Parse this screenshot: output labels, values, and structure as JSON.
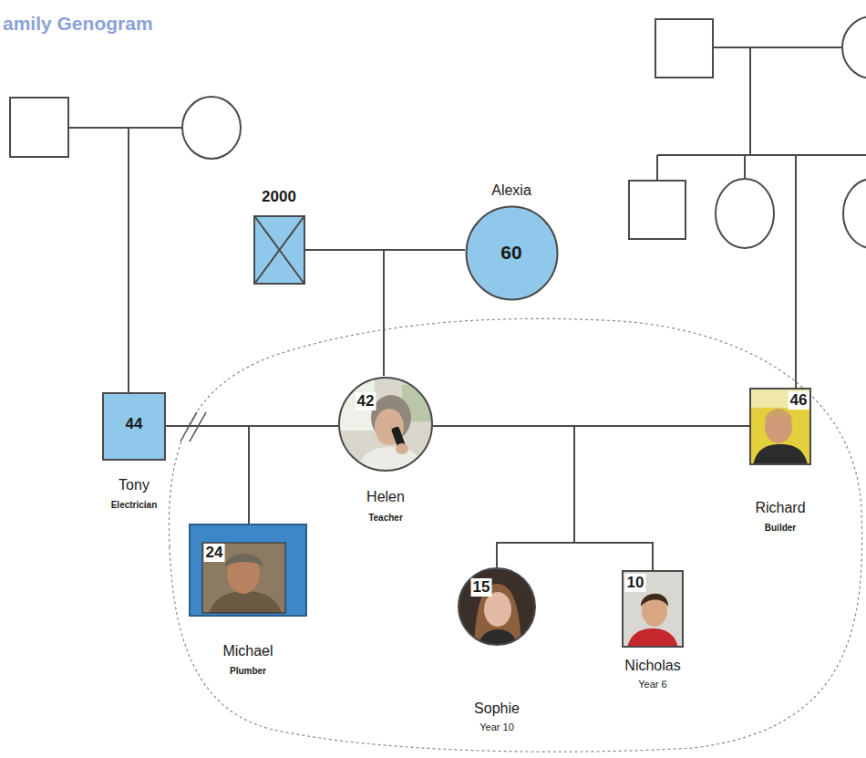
{
  "diagram": {
    "title": "amily Genogram",
    "nodes": [
      {
        "text": [
          "2000"
        ]
      },
      {
        "text": [
          "Alexia",
          "60"
        ]
      },
      {
        "text": [
          "44",
          "Tony",
          "Electrician"
        ]
      },
      {
        "text": [
          "42",
          "Helen",
          "Teacher"
        ]
      },
      {
        "text": [
          "46",
          "Richard",
          "Builder"
        ]
      },
      {
        "text": [
          "24",
          "Michael",
          "Plumber"
        ]
      },
      {
        "text": [
          "15",
          "Sophie",
          "Year 10"
        ]
      },
      {
        "text": [
          "10",
          "Nicholas",
          "Year 6"
        ]
      }
    ],
    "edges": [
      {
        "from": 0,
        "to": 1,
        "arrow": "none"
      },
      {
        "from": 0,
        "to": 3,
        "arrow": "none"
      },
      {
        "from": 1,
        "to": 3,
        "arrow": "none"
      },
      {
        "from": 2,
        "to": 3,
        "arrow": "none"
      },
      {
        "from": 2,
        "to": 5,
        "arrow": "none"
      },
      {
        "from": 3,
        "to": 5,
        "arrow": "none"
      },
      {
        "from": 3,
        "to": 4,
        "arrow": "none"
      },
      {
        "from": 3,
        "to": 6,
        "arrow": "none"
      },
      {
        "from": 3,
        "to": 7,
        "arrow": "none"
      },
      {
        "from": 4,
        "to": 6,
        "arrow": "none"
      },
      {
        "from": 4,
        "to": 7,
        "arrow": "none"
      }
    ]
  }
}
